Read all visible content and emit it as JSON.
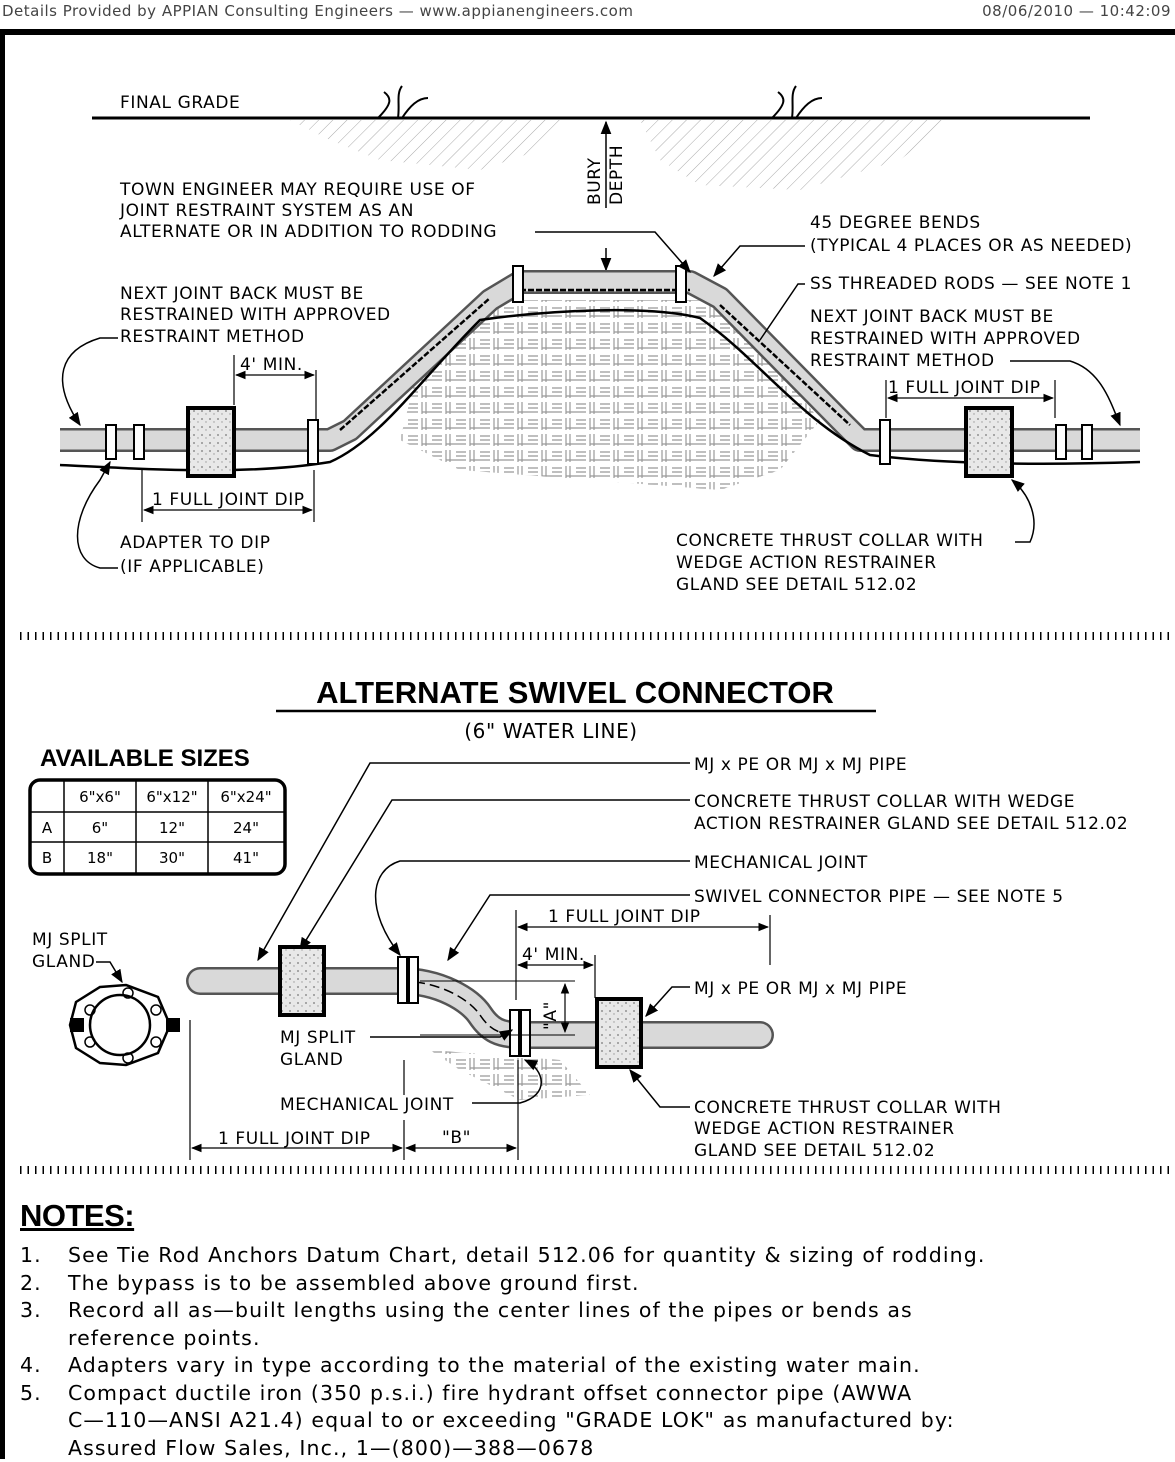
{
  "header": {
    "left": "Details Provided by APPIAN Consulting Engineers — www.appianengineers.com",
    "right": "08/06/2010 — 10:42:09"
  },
  "top_detail": {
    "final_grade": "FINAL GRADE",
    "bury": "BURY",
    "depth": "DEPTH",
    "town_engineer": [
      "TOWN ENGINEER MAY REQUIRE USE OF",
      "JOINT RESTRAINT SYSTEM AS AN",
      "ALTERNATE OR IN ADDITION TO RODDING"
    ],
    "bends": [
      "45 DEGREE BENDS",
      "(TYPICAL 4 PLACES OR AS NEEDED)"
    ],
    "rods": "SS THREADED RODS — SEE NOTE 1",
    "next_joint_left": [
      "NEXT JOINT BACK MUST BE",
      "RESTRAINED WITH APPROVED",
      "RESTRAINT METHOD"
    ],
    "next_joint_right": [
      "NEXT JOINT BACK MUST BE",
      "RESTRAINED WITH APPROVED",
      "RESTRAINT METHOD"
    ],
    "four_min": "4' MIN.",
    "full_joint_right": "1 FULL JOINT DIP",
    "full_joint_left": "1 FULL JOINT DIP",
    "adapter": [
      "ADAPTER TO DIP",
      "(IF APPLICABLE)"
    ],
    "thrust_collar": [
      "CONCRETE THRUST COLLAR WITH",
      "WEDGE ACTION RESTRAINER",
      "GLAND SEE DETAIL 512.02"
    ]
  },
  "swivel": {
    "title": "ALTERNATE SWIVEL CONNECTOR",
    "subtitle": "(6\" WATER LINE)",
    "mj_pe_top": "MJ x PE OR MJ x MJ PIPE",
    "collar": [
      "CONCRETE THRUST COLLAR WITH WEDGE",
      "ACTION RESTRAINER GLAND SEE DETAIL 512.02"
    ],
    "mech_joint": "MECHANICAL JOINT",
    "swivel_pipe": "SWIVEL CONNECTOR PIPE — SEE NOTE 5",
    "full_joint_dip": "1 FULL JOINT DIP",
    "four_min": "4' MIN.",
    "a_label": "\"A\"",
    "mj_pe_right": "MJ x PE OR MJ x MJ PIPE",
    "mj_split_left": [
      "MJ SPLIT",
      "GLAND"
    ],
    "mj_split_mid": [
      "MJ SPLIT",
      "GLAND"
    ],
    "mech_joint_bottom": "MECHANICAL JOINT",
    "full_joint_bottom": "1 FULL JOINT DIP",
    "b_label": "\"B\"",
    "collar_bottom": [
      "CONCRETE THRUST COLLAR WITH",
      "WEDGE ACTION RESTRAINER",
      "GLAND SEE DETAIL 512.02"
    ]
  },
  "sizes": {
    "title": "AVAILABLE SIZES",
    "headers": [
      "",
      "6\"x6\"",
      "6\"x12\"",
      "6\"x24\""
    ],
    "rows": [
      [
        "A",
        "6\"",
        "12\"",
        "24\""
      ],
      [
        "B",
        "18\"",
        "30\"",
        "41\""
      ]
    ]
  },
  "notes": {
    "title": "NOTES:",
    "items": [
      {
        "num": "1.",
        "text": "See Tie Rod Anchors Datum Chart, detail 512.06 for quantity & sizing of rodding."
      },
      {
        "num": "2.",
        "text": "The bypass is to be assembled above ground first."
      },
      {
        "num": "3.",
        "text": "Record all as—built lengths using the center lines of the pipes or bends as\nreference points."
      },
      {
        "num": "4.",
        "text": "Adapters vary in type according to the material of the existing water main."
      },
      {
        "num": "5.",
        "text": "Compact ductile iron (350 p.s.i.) fire hydrant offset connector pipe (AWWA\nC—110—ANSI A21.4) equal to or exceeding \"GRADE LOK\" as manufactured by:\nAssured Flow Sales, Inc., 1—(800)—388—0678"
      }
    ]
  }
}
